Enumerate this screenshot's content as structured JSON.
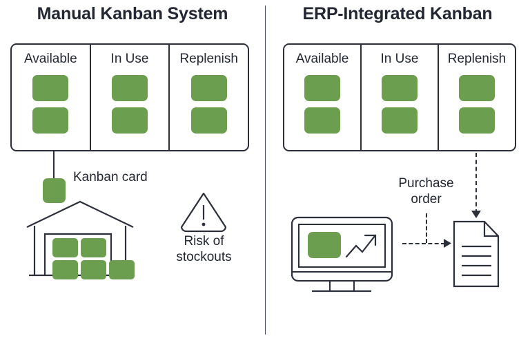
{
  "panels": {
    "left": {
      "title": "Manual Kanban System",
      "board": {
        "columns": [
          {
            "label": "Available",
            "cards": 2
          },
          {
            "label": "In Use",
            "cards": 2
          },
          {
            "label": "Replenish",
            "cards": 2
          }
        ]
      },
      "annotations": {
        "kanban_card_label": "Kanban card",
        "risk_line1": "Risk of",
        "risk_line2": "stockouts",
        "warning_icon": "warning-triangle-icon",
        "warehouse_icon": "warehouse-icon"
      }
    },
    "right": {
      "title": "ERP-Integrated Kanban",
      "board": {
        "columns": [
          {
            "label": "Available",
            "cards": 2
          },
          {
            "label": "In Use",
            "cards": 2
          },
          {
            "label": "Replenish",
            "cards": 2
          }
        ]
      },
      "annotations": {
        "purchase_order_line1": "Purchase",
        "purchase_order_line2": "order",
        "monitor_icon": "erp-monitor-icon",
        "trend_icon": "trend-up-arrow-icon",
        "document_icon": "purchase-order-document-icon"
      }
    }
  },
  "colors": {
    "card_green": "#6b9e4e",
    "stroke_dark": "#2b2f3a",
    "text_dark": "#232733",
    "background": "#ffffff",
    "divider": "#4a4f5c"
  }
}
